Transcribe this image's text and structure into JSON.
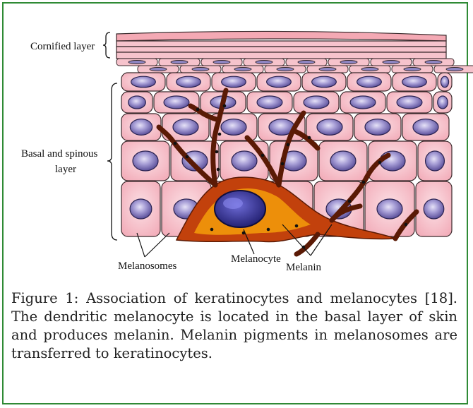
{
  "figure": {
    "labels": {
      "cornified_layer": "Cornified layer",
      "basal_spinous_line1": "Basal and spinous",
      "basal_spinous_line2": "layer",
      "melanosomes": "Melanosomes",
      "melanocyte": "Melanocyte",
      "melanin": "Melanin"
    },
    "caption": "Figure 1: Association of keratinocytes and melanocytes [18]. The dendritic melanocyte is located in the basal layer of skin and produces melanin. Melanin pigments in melanosomes are transferred to keratinocytes."
  },
  "colors": {
    "frame_border": "#2f8a35",
    "cell_fill": "#f6c3cc",
    "cell_stroke": "#3a2a2c",
    "nucleus_fill": "#9a8fc9",
    "cornified_fill": "#f4a9b4",
    "melanocyte_outer": "#c2410c",
    "melanocyte_inner": "#f59e0b",
    "melanocyte_nucleus": "#2e2a8a"
  }
}
